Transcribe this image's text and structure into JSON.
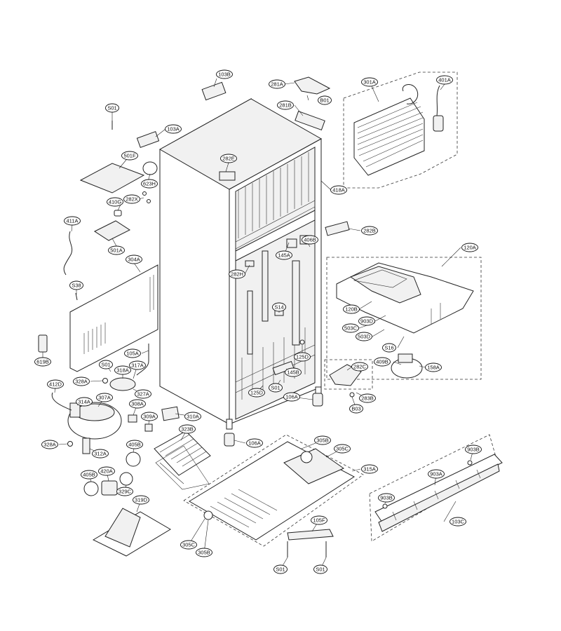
{
  "callouts": [
    {
      "id": "callout-103b",
      "text": "103B"
    },
    {
      "id": "callout-281a",
      "text": "281A"
    },
    {
      "id": "callout-301a",
      "text": "301A"
    },
    {
      "id": "callout-401a",
      "text": "401A"
    },
    {
      "id": "callout-b01",
      "text": "B01"
    },
    {
      "id": "callout-281b",
      "text": "281B"
    },
    {
      "id": "callout-s01-top",
      "text": "S01"
    },
    {
      "id": "callout-103a",
      "text": "103A"
    },
    {
      "id": "callout-282e",
      "text": "282E"
    },
    {
      "id": "callout-501f",
      "text": "501F"
    },
    {
      "id": "callout-623h",
      "text": "623H"
    },
    {
      "id": "callout-282x",
      "text": "282X"
    },
    {
      "id": "callout-410g",
      "text": "410G"
    },
    {
      "id": "callout-418a",
      "text": "418A"
    },
    {
      "id": "callout-411a",
      "text": "411A"
    },
    {
      "id": "callout-282b",
      "text": "282B"
    },
    {
      "id": "callout-406b",
      "text": "406B"
    },
    {
      "id": "callout-501a",
      "text": "501A"
    },
    {
      "id": "callout-120a",
      "text": "120A"
    },
    {
      "id": "callout-145a",
      "text": "145A"
    },
    {
      "id": "callout-304a",
      "text": "304A"
    },
    {
      "id": "callout-282h",
      "text": "282H"
    },
    {
      "id": "callout-s38",
      "text": "S38"
    },
    {
      "id": "callout-s14",
      "text": "S14"
    },
    {
      "id": "callout-120b",
      "text": "120B"
    },
    {
      "id": "callout-903d",
      "text": "903D"
    },
    {
      "id": "callout-503c",
      "text": "503C"
    },
    {
      "id": "callout-503d",
      "text": "503D"
    },
    {
      "id": "callout-s16",
      "text": "S16"
    },
    {
      "id": "callout-105a",
      "text": "105A"
    },
    {
      "id": "callout-619b",
      "text": "619B"
    },
    {
      "id": "callout-s01-left",
      "text": "S01"
    },
    {
      "id": "callout-125d-top",
      "text": "125D"
    },
    {
      "id": "callout-409b",
      "text": "409B"
    },
    {
      "id": "callout-158a",
      "text": "158A"
    },
    {
      "id": "callout-318a",
      "text": "318A"
    },
    {
      "id": "callout-317a",
      "text": "317A"
    },
    {
      "id": "callout-282c",
      "text": "282C"
    },
    {
      "id": "callout-145b",
      "text": "145B"
    },
    {
      "id": "callout-328a-top",
      "text": "328A"
    },
    {
      "id": "callout-412d",
      "text": "412D"
    },
    {
      "id": "callout-327a",
      "text": "327A"
    },
    {
      "id": "callout-125d-bottom",
      "text": "125D"
    },
    {
      "id": "callout-s01-center",
      "text": "S01"
    },
    {
      "id": "callout-106a-top",
      "text": "106A"
    },
    {
      "id": "callout-283b",
      "text": "283B"
    },
    {
      "id": "callout-314a",
      "text": "314A"
    },
    {
      "id": "callout-307a",
      "text": "307A"
    },
    {
      "id": "callout-308a",
      "text": "308A"
    },
    {
      "id": "callout-b03",
      "text": "B03"
    },
    {
      "id": "callout-309a",
      "text": "309A"
    },
    {
      "id": "callout-310a",
      "text": "310A"
    },
    {
      "id": "callout-323b",
      "text": "323B"
    },
    {
      "id": "callout-106a-bottom",
      "text": "106A"
    },
    {
      "id": "callout-305b-top",
      "text": "305B"
    },
    {
      "id": "callout-328a-bottom",
      "text": "328A"
    },
    {
      "id": "callout-405b-top",
      "text": "405B"
    },
    {
      "id": "callout-305c-top",
      "text": "305C"
    },
    {
      "id": "callout-903b-right",
      "text": "903B"
    },
    {
      "id": "callout-312a",
      "text": "312A"
    },
    {
      "id": "callout-315a",
      "text": "315A"
    },
    {
      "id": "callout-420a",
      "text": "420A"
    },
    {
      "id": "callout-405b-bottom",
      "text": "405B"
    },
    {
      "id": "callout-903a",
      "text": "903A"
    },
    {
      "id": "callout-329c",
      "text": "329C"
    },
    {
      "id": "callout-319d",
      "text": "319D"
    },
    {
      "id": "callout-903b-left",
      "text": "903B"
    },
    {
      "id": "callout-103c",
      "text": "103C"
    },
    {
      "id": "callout-105f",
      "text": "105F"
    },
    {
      "id": "callout-305c-bottom",
      "text": "305C"
    },
    {
      "id": "callout-305b-bottom",
      "text": "305B"
    },
    {
      "id": "callout-s01-bl",
      "text": "S01"
    },
    {
      "id": "callout-s01-br",
      "text": "S01"
    }
  ]
}
